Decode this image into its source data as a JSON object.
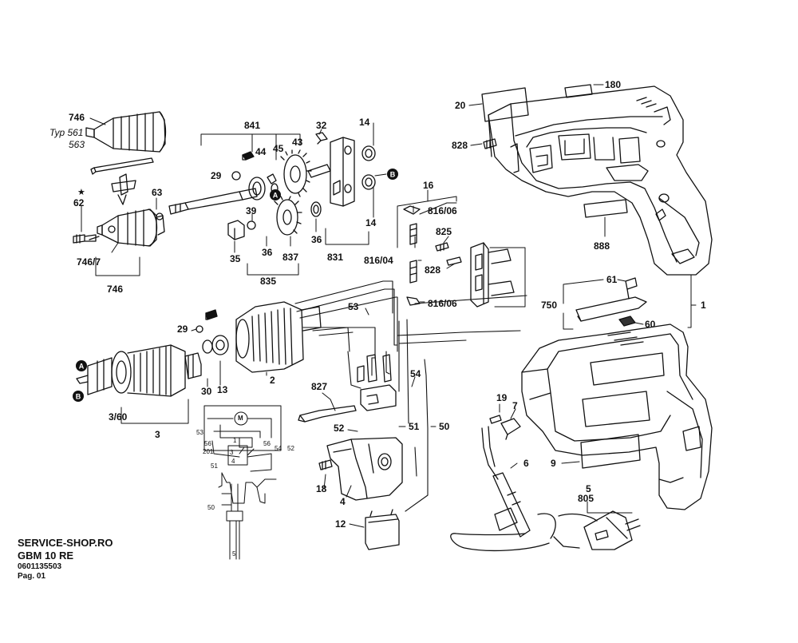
{
  "footer": {
    "shop": "SERVICE-SHOP.RO",
    "model": "GBM 10 RE",
    "part_number": "0601135503",
    "page": "Pag. 01"
  },
  "labels": {
    "l746a": "746",
    "typ561": "Typ 561",
    "t563": "563",
    "star": "★",
    "l62": "62",
    "l63": "63",
    "l7467": "746/7",
    "l746b": "746",
    "l841": "841",
    "l32": "32",
    "l43": "43",
    "l44": "44",
    "l45": "45",
    "l14a": "14",
    "l14b": "14",
    "l29a": "29",
    "l39": "39",
    "l36a": "36",
    "l36b": "36",
    "l35": "35",
    "l837": "837",
    "l831": "831",
    "l835": "835",
    "l180": "180",
    "l20": "20",
    "l828a": "828",
    "l888": "888",
    "l16": "16",
    "l81606a": "816/06",
    "l825": "825",
    "l81604": "816/04",
    "l828b": "828",
    "l81606b": "816/06",
    "l61": "61",
    "l750": "750",
    "l60": "60",
    "l1": "1",
    "l29b": "29",
    "l30": "30",
    "l13": "13",
    "l2": "2",
    "l360": "3/60",
    "l3": "3",
    "l53": "53",
    "l827": "827",
    "l54": "54",
    "l52a": "52",
    "l51": "51",
    "l50": "50",
    "l18": "18",
    "l4": "4",
    "l12": "12",
    "l19": "19",
    "l7": "7",
    "l6": "6",
    "l9": "9",
    "l5": "5",
    "l805": "805",
    "s53": "53",
    "s56a": "56",
    "s201": "201",
    "s51": "51",
    "s56b": "56",
    "s54": "54",
    "s52": "52",
    "s50": "50",
    "s5": "5",
    "s3": "3",
    "s4": "4",
    "s1": "1",
    "M": "M"
  },
  "callouts": {
    "A_top": "A",
    "B_top": "B",
    "A_left": "A",
    "B_left": "B"
  },
  "icons": {
    "chuck": "keyed-drill-chuck",
    "key": "chuck-key",
    "armature": "armature",
    "field": "field-coil-stator",
    "housing_top": "housing-shell-half",
    "housing_bottom": "housing-shell",
    "switch": "trigger-switch",
    "cable": "power-cable-with-plug",
    "suppressor": "suppressor-capacitor"
  }
}
